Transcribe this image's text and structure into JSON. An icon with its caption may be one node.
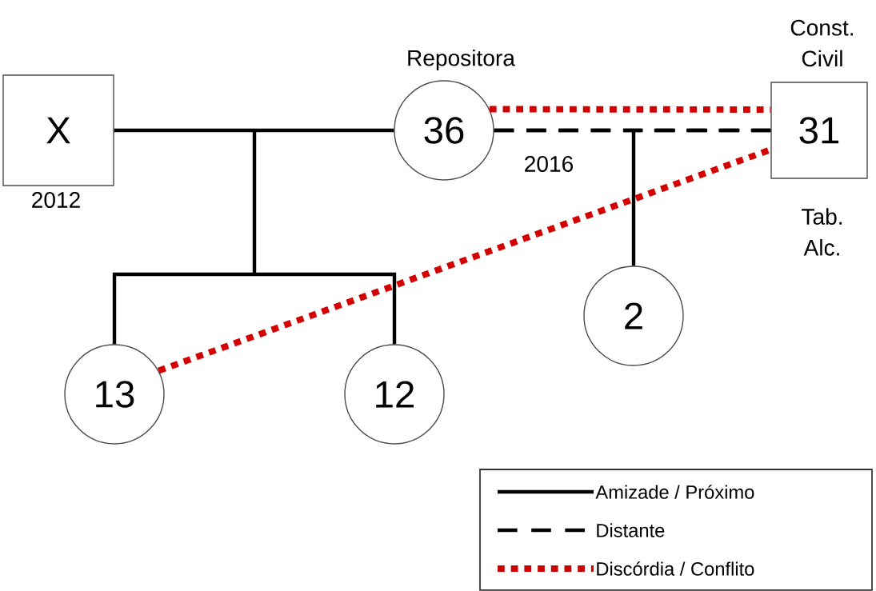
{
  "diagram": {
    "nodes": [
      {
        "text": [
          "X"
        ],
        "beside": [
          "2012"
        ]
      },
      {
        "text": [
          "36"
        ],
        "beside": [
          "Repositora"
        ]
      },
      {
        "text": [
          "31"
        ],
        "beside": [
          "Const. Civil",
          "Tab. Alc."
        ]
      },
      {
        "text": [
          "13"
        ]
      },
      {
        "text": [
          "12"
        ]
      },
      {
        "text": [
          "2"
        ]
      }
    ],
    "edges": [
      {
        "from": 0,
        "to": 1,
        "arrow": "none"
      },
      {
        "from": 0,
        "to": 3,
        "arrow": "none"
      },
      {
        "from": 1,
        "to": 3,
        "arrow": "none"
      },
      {
        "from": 0,
        "to": 4,
        "arrow": "none"
      },
      {
        "from": 1,
        "to": 4,
        "arrow": "none"
      },
      {
        "from": 1,
        "to": 2,
        "arrow": "none",
        "style": "dashed",
        "label": "2016"
      },
      {
        "from": 1,
        "to": 5,
        "arrow": "none",
        "style": "dashed"
      },
      {
        "from": 2,
        "to": 5,
        "arrow": "none",
        "style": "dashed"
      },
      {
        "from": 1,
        "to": 2,
        "arrow": "none",
        "style": "dashed",
        "color": "#d40000"
      },
      {
        "from": 3,
        "to": 2,
        "arrow": "none",
        "style": "dashed",
        "color": "#d40000"
      }
    ],
    "legend": [
      {
        "text": "Amizade / Próximo"
      },
      {
        "text": "Distante"
      },
      {
        "text": "Discórdia / Conflito"
      }
    ]
  }
}
